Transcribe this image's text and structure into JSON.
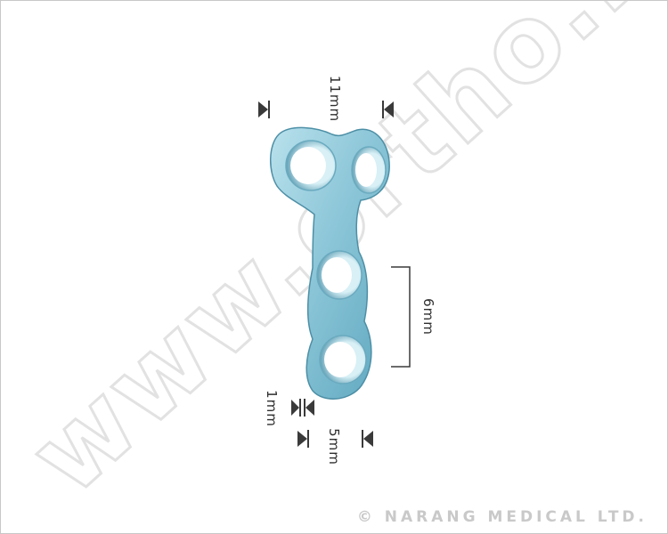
{
  "watermark": {
    "text": "www.ortho.in",
    "color": "#e3e3e3"
  },
  "plate": {
    "color": "#8fcadb",
    "edge_color": "#4d8fa6",
    "hole_count": 4
  },
  "dimensions": {
    "top_width": "11mm",
    "hole_spacing": "6mm",
    "thickness": "1mm",
    "bottom_width": "5mm"
  },
  "copyright": "© NARANG MEDICAL LTD."
}
